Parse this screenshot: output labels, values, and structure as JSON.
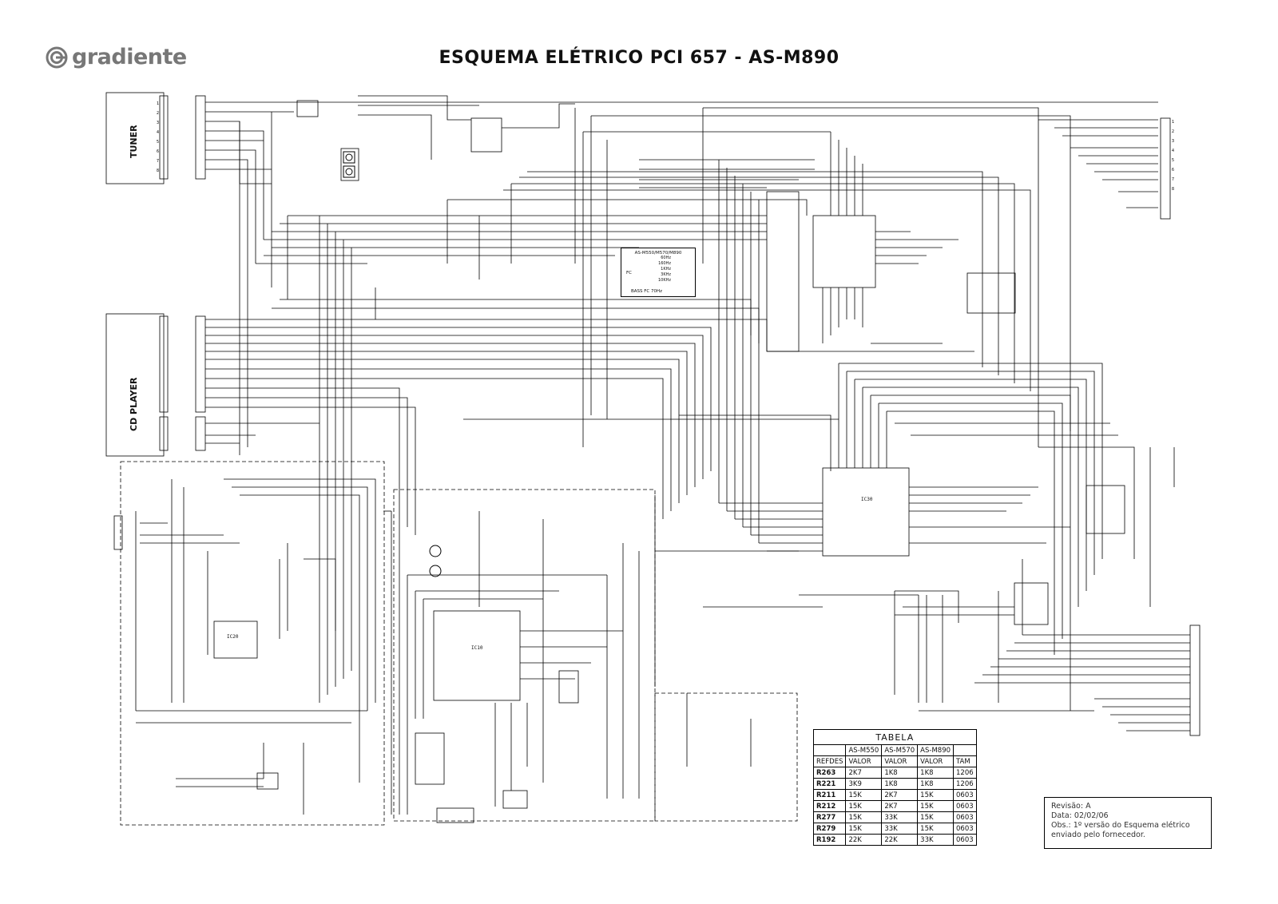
{
  "header": {
    "brand": "gradiente",
    "title": "ESQUEMA ELÉTRICO PCI 657 - AS-M890"
  },
  "blocks": {
    "tuner": "TUNER",
    "cd_player": "CD PLAYER",
    "ic_main": "IC30",
    "ic_mcu": "IC10",
    "ic_audio": "IC20"
  },
  "fc_box": {
    "heading": "AS-M550/M570/M890",
    "rows": [
      "60Hz",
      "160Hz",
      "1KHz",
      "3KHz",
      "10KHz"
    ],
    "fc_label": "FC",
    "note": "BASS FC 70Hz"
  },
  "tabela": {
    "title": "TABELA",
    "models": [
      "AS-M550",
      "AS-M570",
      "AS-M890"
    ],
    "columns": [
      "REFDES",
      "VALOR",
      "VALOR",
      "VALOR",
      "TAM"
    ],
    "rows": [
      [
        "R263",
        "2K7",
        "1K8",
        "1K8",
        "1206"
      ],
      [
        "R221",
        "3K9",
        "1K8",
        "1K8",
        "1206"
      ],
      [
        "R211",
        "15K",
        "2K7",
        "15K",
        "0603"
      ],
      [
        "R212",
        "15K",
        "2K7",
        "15K",
        "0603"
      ],
      [
        "R277",
        "15K",
        "33K",
        "15K",
        "0603"
      ],
      [
        "R279",
        "15K",
        "33K",
        "15K",
        "0603"
      ],
      [
        "R192",
        "22K",
        "22K",
        "33K",
        "0603"
      ]
    ]
  },
  "revision": {
    "line1": "Revisão: A",
    "line2": "Data: 02/02/06",
    "line3": "Obs.: 1º versão do Esquema elétrico",
    "line4": "enviado pelo fornecedor."
  }
}
